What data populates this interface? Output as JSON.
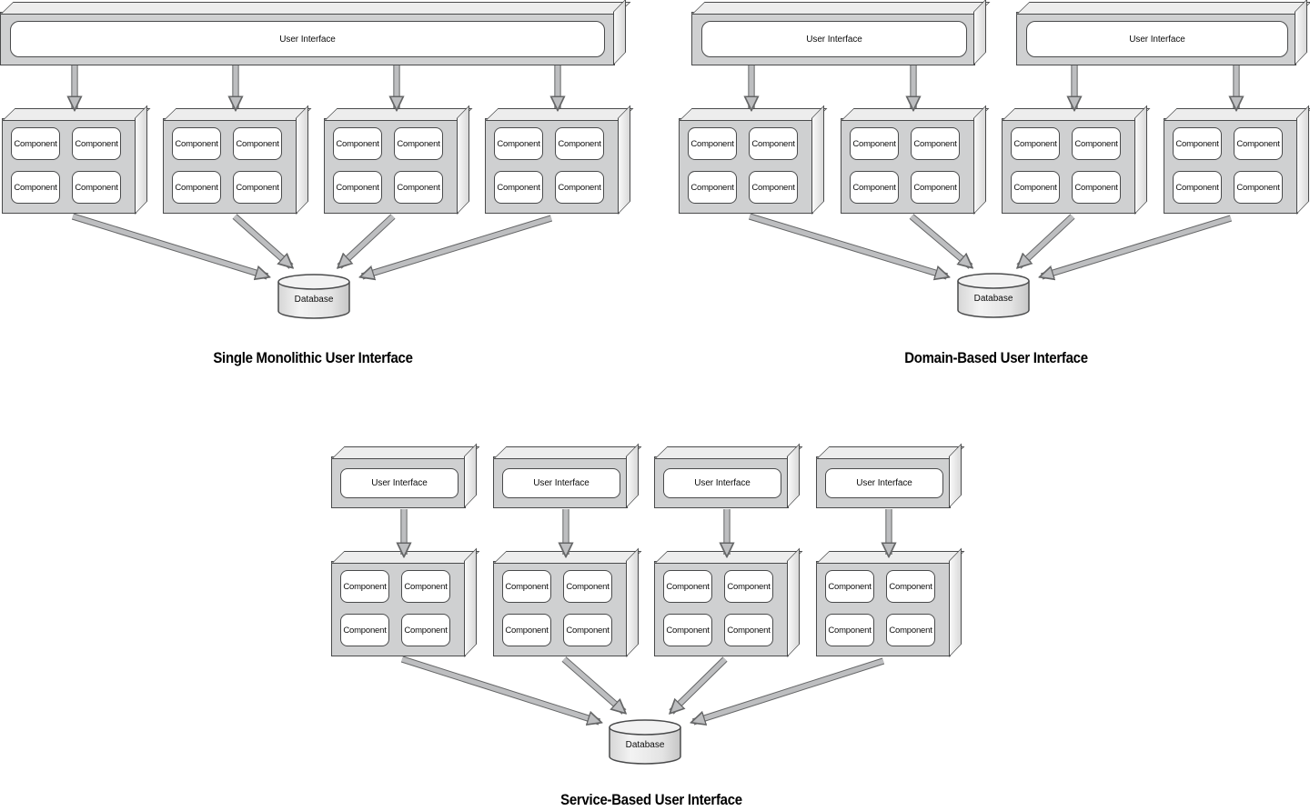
{
  "labels": {
    "user_interface": "User Interface",
    "component": "Component",
    "database": "Database"
  },
  "diagrams": [
    {
      "name": "single-monolithic",
      "title": "Single Monolithic User Interface",
      "ui_boxes": 1,
      "component_groups": 4,
      "components_per_group": 4,
      "databases": 1
    },
    {
      "name": "domain-based",
      "title": "Domain-Based User Interface",
      "ui_boxes": 2,
      "component_groups": 4,
      "components_per_group": 4,
      "databases": 1
    },
    {
      "name": "service-based",
      "title": "Service-Based User Interface",
      "ui_boxes": 4,
      "component_groups": 4,
      "components_per_group": 4,
      "databases": 1
    }
  ],
  "colors": {
    "box_face": "#cfd0d1",
    "box_top_face": "#ededed",
    "box_border": "#4a4b4c",
    "inner_fill": "#ffffff",
    "arrow_fill": "#bdbec0",
    "arrow_outline": "#656667",
    "title_text": "#000000",
    "background": "#ffffff"
  }
}
